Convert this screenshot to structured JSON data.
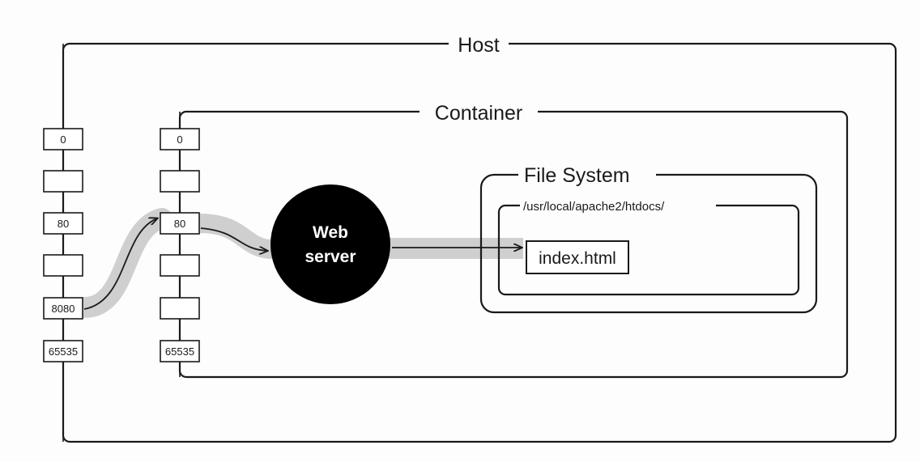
{
  "diagram": {
    "host": {
      "label": "Host"
    },
    "container": {
      "label": "Container"
    },
    "file_system": {
      "label": "File System"
    },
    "directory": {
      "label": "/usr/local/apache2/htdocs/"
    },
    "file": {
      "label": "index.html"
    },
    "web_server": {
      "line1": "Web",
      "line2": "server"
    },
    "host_ports": [
      "0",
      "",
      "80",
      "",
      "8080",
      "65535"
    ],
    "container_ports": [
      "0",
      "",
      "80",
      "",
      "",
      "65535"
    ],
    "colors": {
      "ink": "#1a1a1a",
      "highlight": "#cfcfcf",
      "server_fill": "#000000",
      "background": "#fdfdfd"
    }
  }
}
